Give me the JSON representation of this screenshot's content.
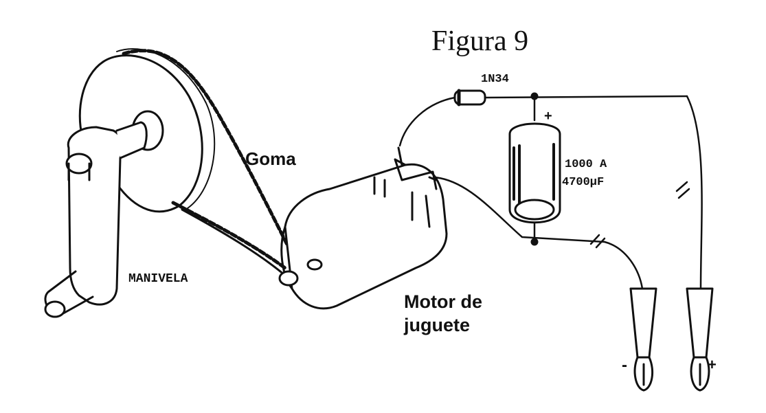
{
  "figure": {
    "title": "Figura 9",
    "labels": {
      "goma": "Goma",
      "manivela": "MANIVELA",
      "motor_line1": "Motor de",
      "motor_line2": "juguete",
      "diode": "1N34",
      "capacitor_line1": "1000 A",
      "capacitor_line2": "4700µF",
      "cap_plus": "+",
      "probe_minus": "-",
      "probe_plus": "+"
    },
    "components": [
      "crank-handle",
      "pulley",
      "rubber-belt",
      "toy-motor",
      "diode",
      "capacitor",
      "negative-probe",
      "positive-probe"
    ]
  }
}
